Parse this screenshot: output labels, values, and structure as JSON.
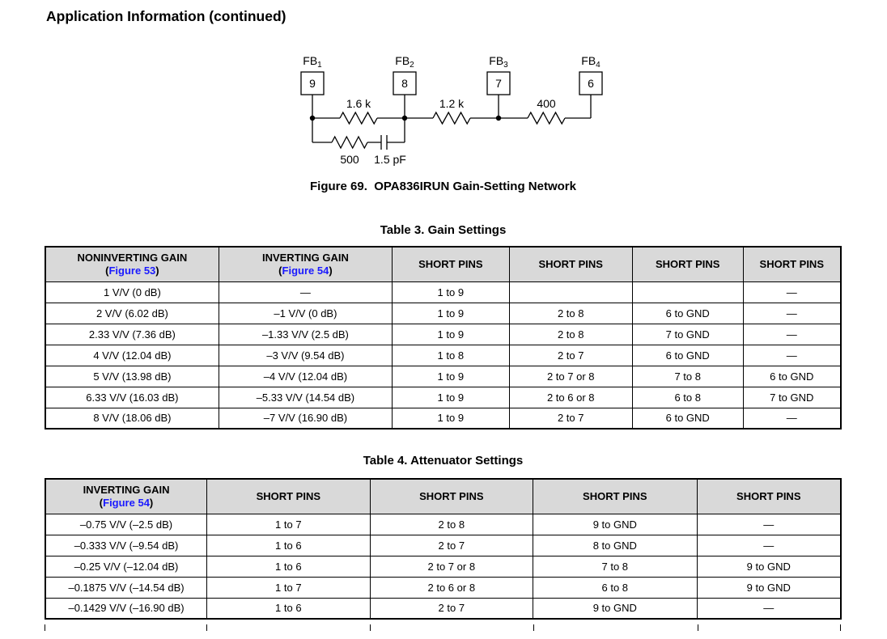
{
  "page": {
    "heading": "Application Information (continued)"
  },
  "figure": {
    "caption": "Figure 69.  OPA836IRUN Gain-Setting Network",
    "circuit": {
      "pins": [
        {
          "label": "FB",
          "sub": "1",
          "pin": "9"
        },
        {
          "label": "FB",
          "sub": "2",
          "pin": "8"
        },
        {
          "label": "FB",
          "sub": "3",
          "pin": "7"
        },
        {
          "label": "FB",
          "sub": "4",
          "pin": "6"
        }
      ],
      "series_resistors": [
        "1.6 k",
        "1.2 k",
        "400"
      ],
      "parallel_branch": {
        "resistor": "500",
        "capacitor": "1.5 pF"
      }
    }
  },
  "tables": [
    {
      "caption": "Table 3. Gain Settings",
      "columns": [
        {
          "title": "NONINVERTING GAIN",
          "figure_ref": "Figure 53"
        },
        {
          "title": "INVERTING GAIN",
          "figure_ref": "Figure 54"
        },
        {
          "title": "SHORT PINS"
        },
        {
          "title": "SHORT PINS"
        },
        {
          "title": "SHORT PINS"
        },
        {
          "title": "SHORT PINS"
        }
      ],
      "rows": [
        [
          "1 V/V (0 dB)",
          "—",
          "1 to 9",
          "",
          "",
          "—"
        ],
        [
          "2 V/V (6.02 dB)",
          "–1 V/V (0 dB)",
          "1 to 9",
          "2 to 8",
          "6 to GND",
          "—"
        ],
        [
          "2.33 V/V (7.36 dB)",
          "–1.33 V/V (2.5 dB)",
          "1 to 9",
          "2 to 8",
          "7 to GND",
          "—"
        ],
        [
          "4 V/V (12.04 dB)",
          "–3 V/V (9.54 dB)",
          "1 to 8",
          "2 to 7",
          "6 to GND",
          "—"
        ],
        [
          "5 V/V (13.98 dB)",
          "–4 V/V (12.04 dB)",
          "1 to 9",
          "2 to 7 or 8",
          "7 to 8",
          "6 to GND"
        ],
        [
          "6.33 V/V (16.03 dB)",
          "–5.33 V/V (14.54 dB)",
          "1 to 9",
          "2 to 6 or 8",
          "6 to 8",
          "7 to GND"
        ],
        [
          "8 V/V (18.06 dB)",
          "–7 V/V (16.90 dB)",
          "1 to 9",
          "2 to 7",
          "6 to GND",
          "—"
        ]
      ]
    },
    {
      "caption": "Table 4. Attenuator Settings",
      "columns": [
        {
          "title": "INVERTING GAIN",
          "figure_ref": "Figure 54"
        },
        {
          "title": "SHORT PINS"
        },
        {
          "title": "SHORT PINS"
        },
        {
          "title": "SHORT PINS"
        },
        {
          "title": "SHORT PINS"
        }
      ],
      "rows": [
        [
          "–0.75 V/V (–2.5 dB)",
          "1 to 7",
          "2 to 8",
          "9 to GND",
          "—"
        ],
        [
          "–0.333 V/V (–9.54 dB)",
          "1 to 6",
          "2 to 7",
          "8 to GND",
          "—"
        ],
        [
          "–0.25 V/V (–12.04 dB)",
          "1 to 6",
          "2 to 7 or 8",
          "7 to 8",
          "9 to GND"
        ],
        [
          "–0.1875 V/V (–14.54 dB)",
          "1 to 7",
          "2 to 6 or 8",
          "6 to 8",
          "9 to GND"
        ],
        [
          "–0.1429 V/V (–16.90 dB)",
          "1 to 6",
          "2 to 7",
          "9 to GND",
          "—"
        ]
      ]
    }
  ],
  "colors": {
    "link_blue": "#1a1aff",
    "header_bg": "#d9d9d9",
    "border": "#000000"
  }
}
